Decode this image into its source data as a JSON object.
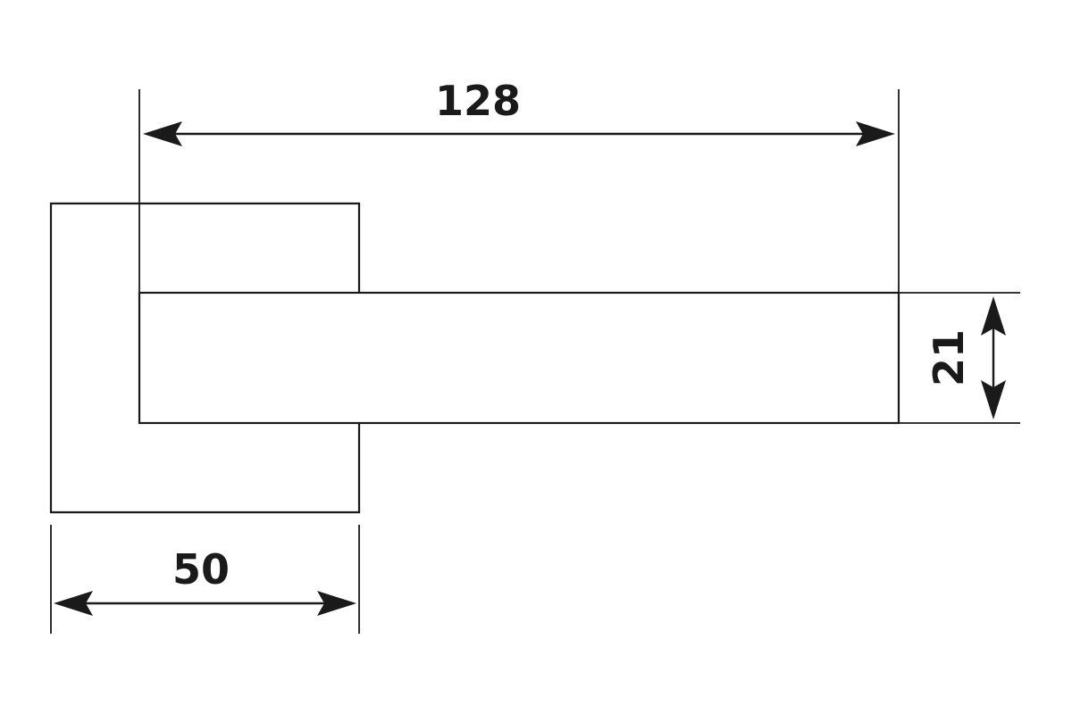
{
  "drawing": {
    "line_color": "#1a1a1a",
    "background": "#ffffff",
    "dimensions": {
      "lever_length": "128",
      "rose_width": "50",
      "lever_height": "21"
    }
  }
}
